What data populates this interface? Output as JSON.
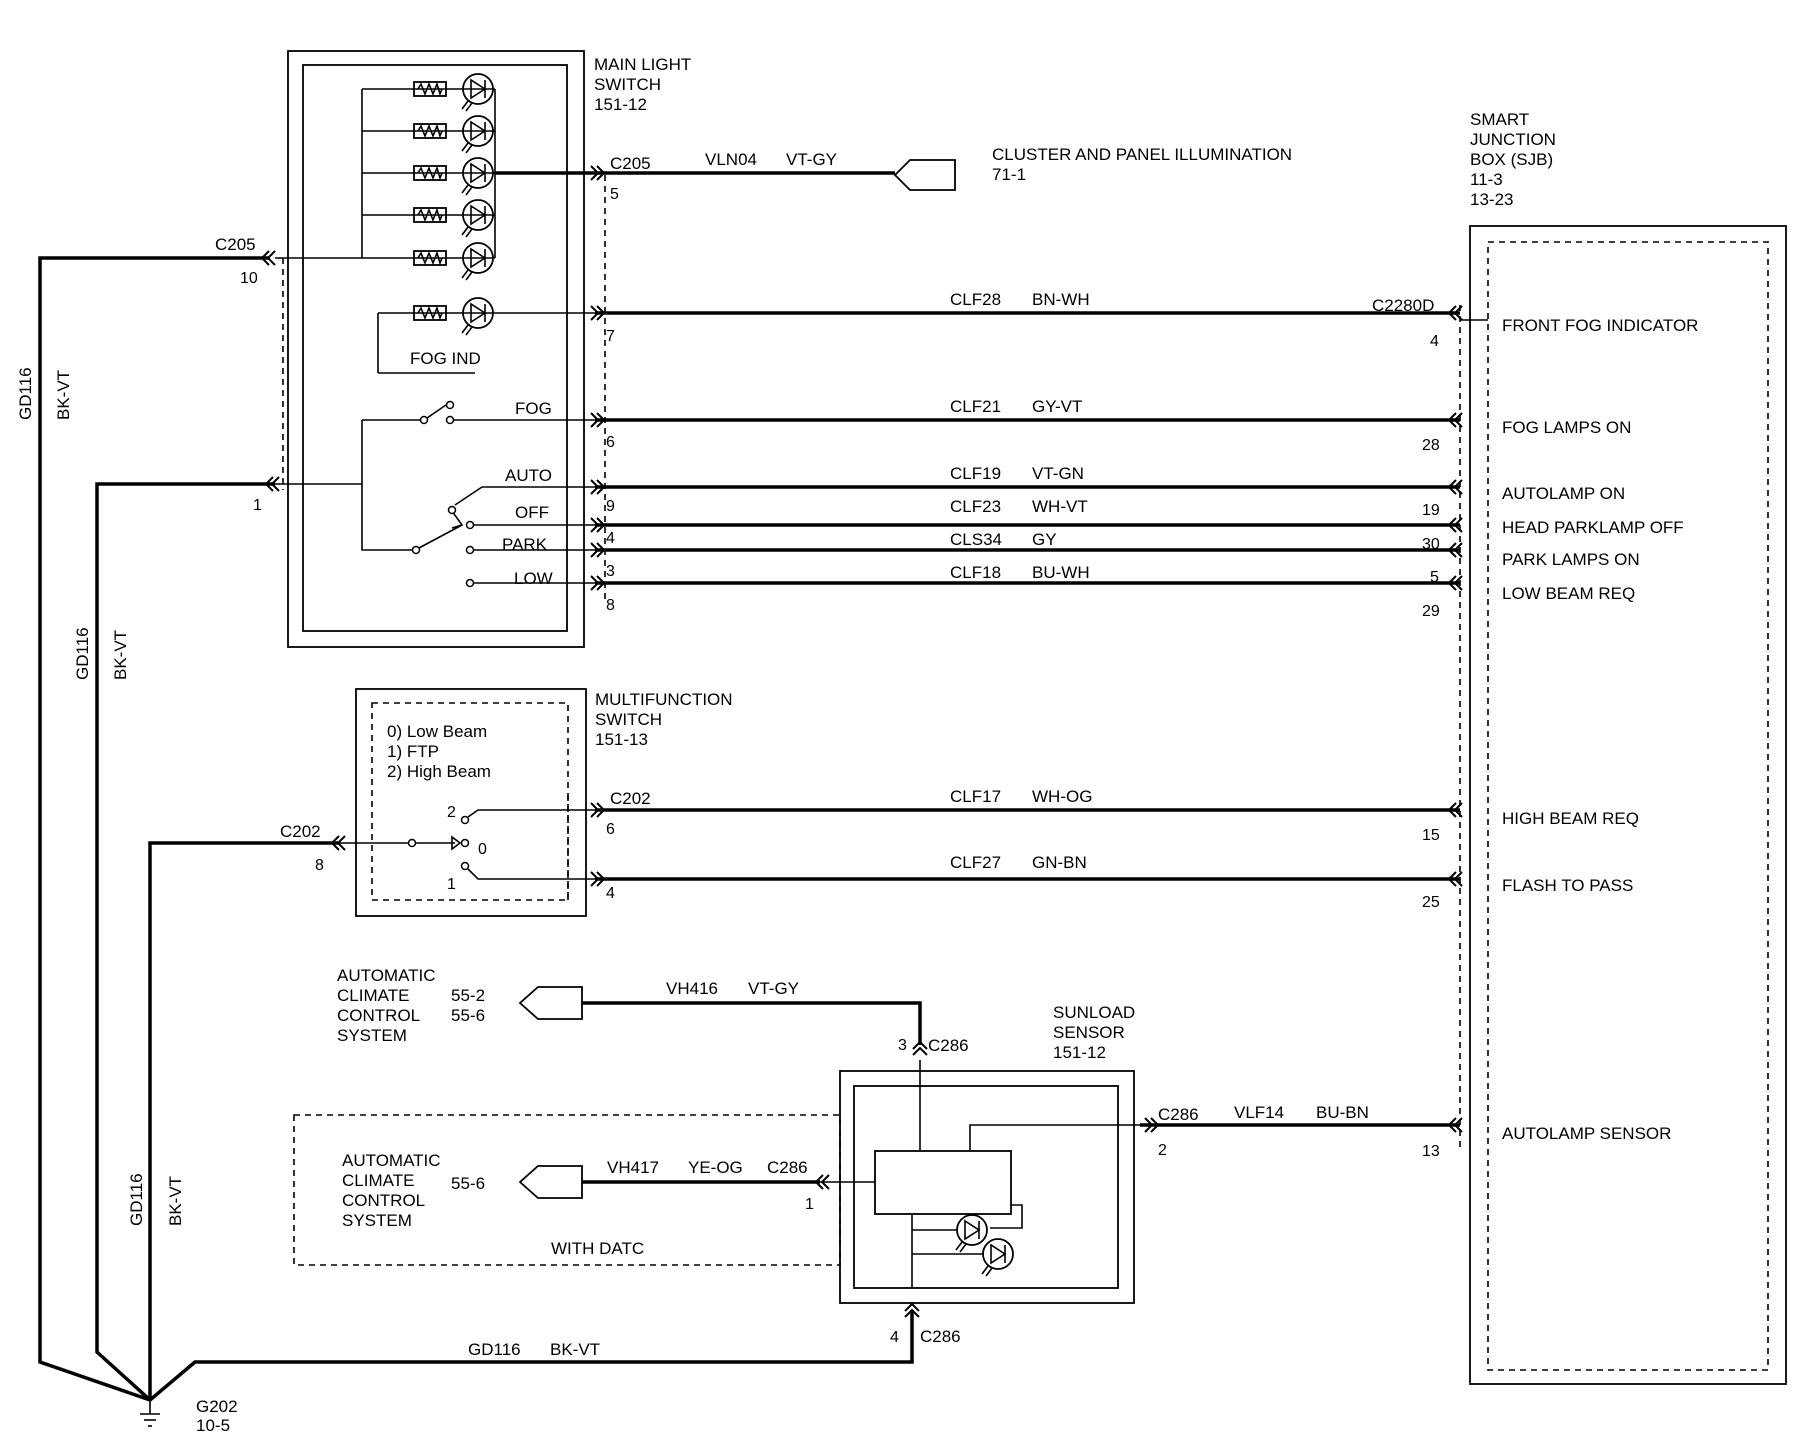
{
  "main_switch": {
    "title": [
      "MAIN LIGHT",
      "SWITCH",
      "151-12"
    ],
    "fog_ind": "FOG IND",
    "positions": [
      "FOG",
      "AUTO",
      "OFF",
      "PARK",
      "LOW"
    ]
  },
  "sjb": {
    "title": [
      "SMART",
      "JUNCTION",
      "BOX (SJB)",
      "11-3",
      "13-23"
    ],
    "signals": [
      "FRONT FOG INDICATOR",
      "FOG LAMPS ON",
      "AUTOLAMP ON",
      "HEAD PARKLAMP OFF",
      "PARK LAMPS ON",
      "LOW BEAM REQ",
      "HIGH BEAM REQ",
      "FLASH TO PASS",
      "AUTOLAMP SENSOR"
    ],
    "connector": "C2280D",
    "pins": [
      "4",
      "28",
      "19",
      "30",
      "5",
      "29",
      "15",
      "25",
      "13"
    ]
  },
  "cluster": {
    "label": "CLUSTER AND PANEL ILLUMINATION",
    "ref": "71-1"
  },
  "multifunction": {
    "title": [
      "MULTIFUNCTION",
      "SWITCH",
      "151-13"
    ],
    "legend": [
      "0) Low Beam",
      "1) FTP",
      "2) High Beam"
    ],
    "pos": [
      "2",
      "0",
      "1"
    ]
  },
  "sunload": {
    "title": [
      "SUNLOAD",
      "SENSOR",
      "151-12"
    ]
  },
  "acc_top": {
    "lines": [
      "AUTOMATIC",
      "CLIMATE",
      "CONTROL",
      "SYSTEM"
    ],
    "refs": [
      "55-2",
      "55-6"
    ]
  },
  "acc_bottom": {
    "lines": [
      "AUTOMATIC",
      "CLIMATE",
      "CONTROL",
      "SYSTEM"
    ],
    "ref": "55-6",
    "note": "WITH DATC"
  },
  "wires": {
    "vln04": {
      "circuit": "VLN04",
      "color": "VT-GY"
    },
    "clf28": {
      "circuit": "CLF28",
      "color": "BN-WH"
    },
    "clf21": {
      "circuit": "CLF21",
      "color": "GY-VT"
    },
    "clf19": {
      "circuit": "CLF19",
      "color": "VT-GN"
    },
    "clf23": {
      "circuit": "CLF23",
      "color": "WH-VT"
    },
    "cls34": {
      "circuit": "CLS34",
      "color": "GY"
    },
    "clf18": {
      "circuit": "CLF18",
      "color": "BU-WH"
    },
    "clf17": {
      "circuit": "CLF17",
      "color": "WH-OG"
    },
    "clf27": {
      "circuit": "CLF27",
      "color": "GN-BN"
    },
    "vh416": {
      "circuit": "VH416",
      "color": "VT-GY"
    },
    "vh417": {
      "circuit": "VH417",
      "color": "YE-OG"
    },
    "vlf14": {
      "circuit": "VLF14",
      "color": "BU-BN"
    },
    "gd116": {
      "circuit": "GD116",
      "color": "BK-VT"
    }
  },
  "connectors": {
    "c205": "C205",
    "c202": "C202",
    "c286": "C286",
    "c205_pins": [
      "5",
      "7",
      "6",
      "9",
      "4",
      "3",
      "8"
    ],
    "c205_ground_pins": [
      "10",
      "1"
    ],
    "c202_pins": [
      "6",
      "4",
      "8"
    ],
    "c286_pins": [
      "3",
      "2",
      "1",
      "4"
    ]
  },
  "ground": {
    "label": "G202",
    "ref": "10-5"
  }
}
